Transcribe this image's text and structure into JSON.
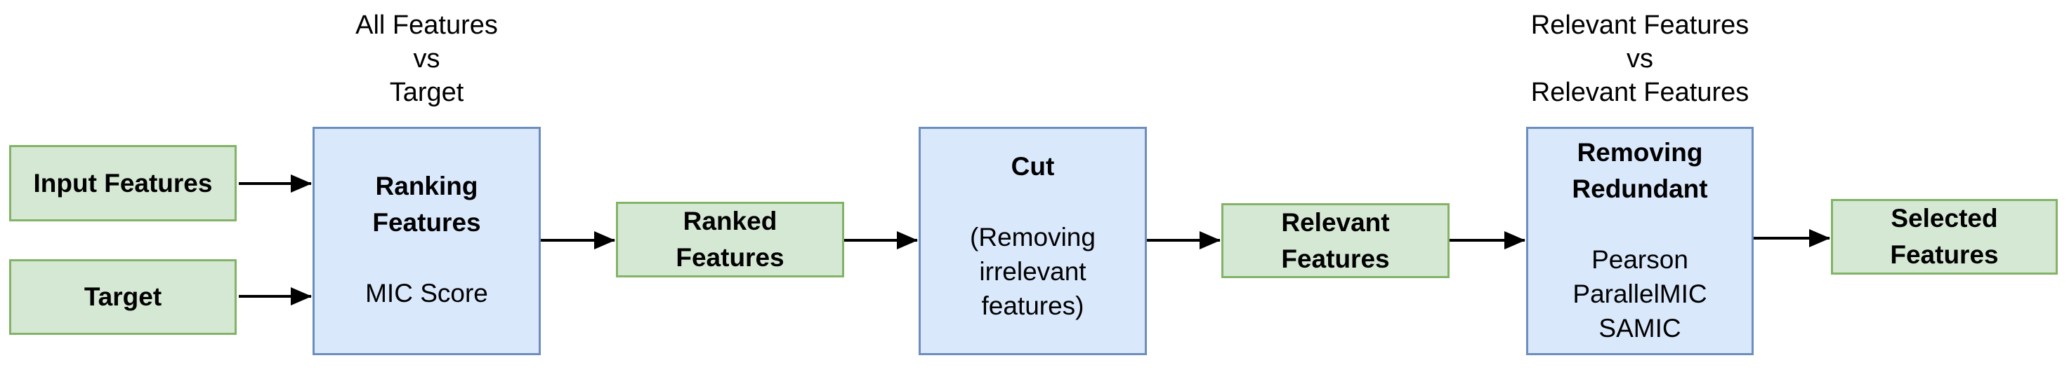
{
  "diagram": {
    "colors": {
      "green_fill": "#d5e8d4",
      "green_stroke": "#82b366",
      "blue_fill": "#dae8fc",
      "blue_stroke": "#6c8ebf",
      "arrow": "#000000",
      "text": "#000000",
      "background": "#ffffff"
    },
    "annotations": {
      "ranking_comparison": "All Features\nvs\nTarget",
      "redundant_comparison": "Relevant Features\nvs\nRelevant Features"
    },
    "nodes": {
      "input_features": "Input Features",
      "target": "Target",
      "ranking_title": "Ranking\nFeatures",
      "ranking_method": "MIC Score",
      "ranked_features": "Ranked\nFeatures",
      "cut_title": "Cut",
      "cut_description": "(Removing\nirrelevant\nfeatures)",
      "relevant_features": "Relevant\nFeatures",
      "removing_redundant_title": "Removing\nRedundant",
      "removing_redundant_methods": "Pearson\nParallelMIC\nSAMIC",
      "selected_features": "Selected\nFeatures"
    }
  }
}
